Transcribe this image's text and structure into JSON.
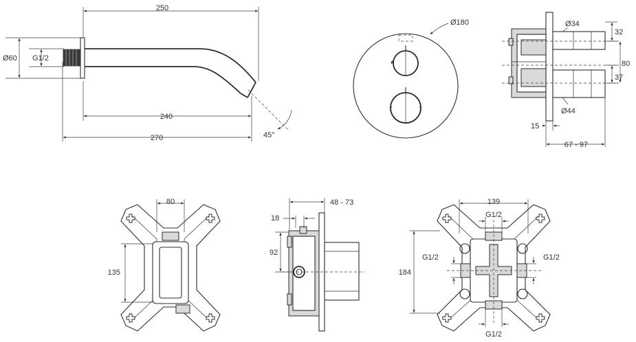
{
  "spout": {
    "dim_length_top": "250",
    "dim_diameter": "Ø60",
    "dim_thread": "G1/2",
    "dim_projection": "240",
    "dim_total": "270",
    "dim_angle": "45°"
  },
  "plate": {
    "dim_diameter": "Ø180"
  },
  "side_view": {
    "dim_d34": "Ø34",
    "dim_32": "32",
    "dim_80": "80",
    "dim_37": "37",
    "dim_d44": "Ø44",
    "dim_15": "15",
    "dim_range": "67 - 97"
  },
  "frame_front": {
    "dim_width": "80",
    "dim_height": "135"
  },
  "frame_side": {
    "dim_range": "48 - 73",
    "dim_18": "18",
    "dim_92": "92"
  },
  "frame_back": {
    "dim_width": "139",
    "dim_height": "184",
    "thread_top": "G1/2",
    "thread_left": "G1/2",
    "thread_right": "G1/2",
    "thread_bottom": "G1/2"
  }
}
